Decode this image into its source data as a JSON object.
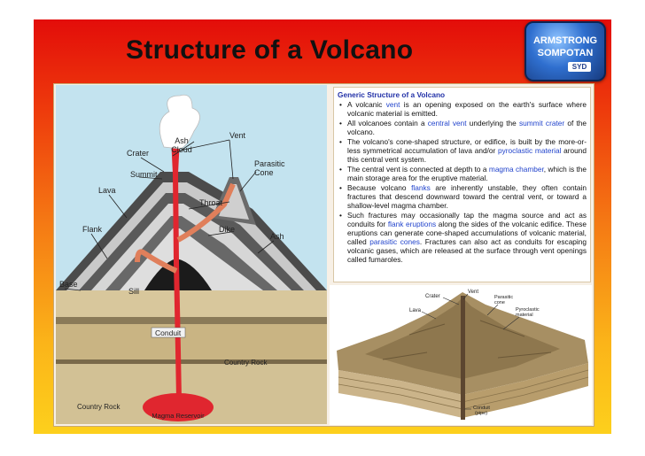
{
  "slide": {
    "title": "Structure of a Volcano",
    "logo": {
      "line1": "ARMSTRONG",
      "line2": "SOMPOTAN",
      "mark": "SYD"
    }
  },
  "left_diagram": {
    "labels": {
      "ash_cloud_1": "Ash",
      "ash_cloud_2": "Cloud",
      "vent": "Vent",
      "crater": "Crater",
      "summit": "Summit",
      "parasitic_1": "Parasitic",
      "parasitic_2": "Cone",
      "lava": "Lava",
      "throat": "Throat",
      "flank": "Flank",
      "dike": "Dike",
      "ash": "Ash",
      "base": "Base",
      "sill": "Sill",
      "conduit": "Conduit",
      "country_rock_1": "Country Rock",
      "country_rock_2": "Country Rock",
      "magma_reservoir": "Magma Reservoir"
    }
  },
  "text_box": {
    "heading": "Generic Structure of a Volcano",
    "bullets": [
      {
        "parts": [
          "A volcanic ",
          "vent",
          " is an opening exposed on the earth's surface where volcanic material is emitted."
        ]
      },
      {
        "parts": [
          "All volcanoes contain a ",
          "central vent",
          " underlying the ",
          "summit crater",
          " of the volcano."
        ]
      },
      {
        "parts": [
          "The volcano's cone-shaped structure, or edifice, is built by the more-or-less symmetrical accumulation of lava and/or ",
          "pyroclastic material",
          " around this central vent system."
        ]
      },
      {
        "parts": [
          "The central vent is connected at depth to a ",
          "magma chamber",
          ", which is the main storage area for the eruptive material."
        ]
      },
      {
        "parts": [
          "Because volcano ",
          "flanks",
          " are inherently unstable, they often contain fractures that descend downward toward the central vent, or toward a shallow-level magma chamber."
        ]
      },
      {
        "parts": [
          "Such fractures may occasionally tap the magma source and act as conduits for ",
          "flank eruptions",
          " along the sides of the volcanic edifice. These eruptions can generate cone-shaped accumulations of volcanic material, called ",
          "parasitic cones",
          ". Fractures can also act as conduits for escaping volcanic gases, which are released at the surface through vent openings called fumaroles."
        ]
      }
    ]
  },
  "right_diagram": {
    "labels": {
      "crater": "Crater",
      "vent": "Vent",
      "lava": "Lava",
      "parasitic_1": "Parasitic",
      "parasitic_2": "cone",
      "pyroclastic_1": "Pyroclastic",
      "pyroclastic_2": "material",
      "conduit_1": "Conduit",
      "conduit_2": "(pipe)"
    }
  },
  "colors": {
    "title_text": "#111111",
    "keyword": "#2244cc",
    "heading": "#2332a8",
    "magma": "#e0262f",
    "sky": "#bfe1ee"
  }
}
